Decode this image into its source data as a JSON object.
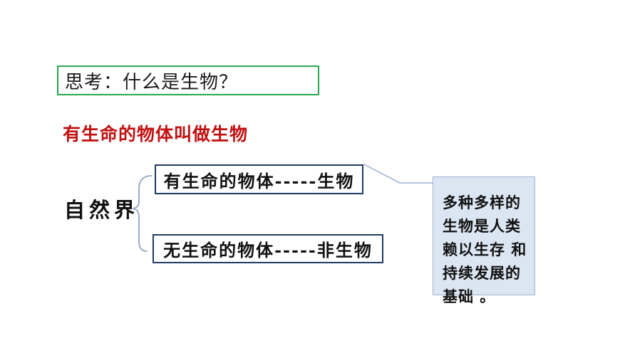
{
  "slide": {
    "title": "思考：什么是生物？",
    "definition": "有生命的物体叫做生物",
    "diagram": {
      "root": "自然界",
      "branches": [
        {
          "label": "有生命的物体-----生物"
        },
        {
          "label": "无生命的物体-----非生物"
        }
      ]
    },
    "note": {
      "lines": [
        "多种多样的",
        "生物是人类",
        "赖以生存 和",
        "持续发展的",
        "基础 。"
      ]
    },
    "colors": {
      "title_border": "#28a94f",
      "definition_text": "#c11010",
      "branch_border": "#1f3c64",
      "note_fill": "#dce6f2",
      "note_border": "#9ab3d5",
      "brace_stroke": "#8fa5c2",
      "connector_stroke": "#a9bcd6"
    }
  }
}
